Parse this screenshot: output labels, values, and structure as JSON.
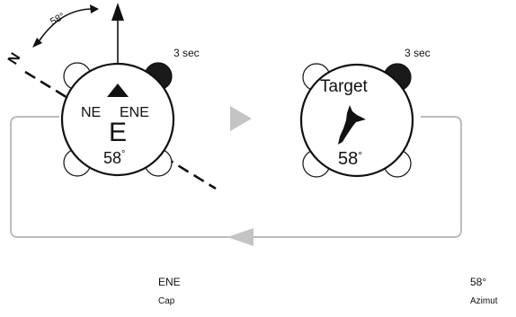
{
  "figure": {
    "angle_label": "58°",
    "left_watch": {
      "timer_label": "3 sec",
      "cardinal_left": "NE",
      "cardinal_right": "ENE",
      "main_heading": "E",
      "bearing_value": "58",
      "degree_symbol": "°",
      "north_marker": "N"
    },
    "right_watch": {
      "timer_label": "3 sec",
      "title": "Target",
      "bearing_value": "58",
      "degree_symbol": "°"
    }
  },
  "legend": {
    "cap_value": "ENE",
    "cap_label": "Cap",
    "azimut_value": "58°",
    "azimut_label": "Azimut"
  },
  "colors": {
    "ink": "#111111",
    "loop_line": "#bdbdbd",
    "arrow_gray": "#c4c4c4"
  }
}
